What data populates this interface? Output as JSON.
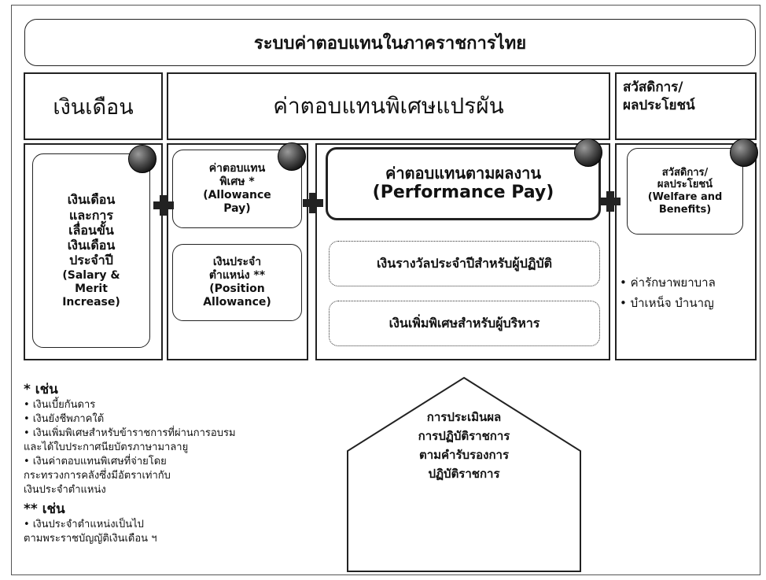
{
  "title": "ระบบค่าตอบแทนในภาคราชการไทย",
  "headers": {
    "salary": "เงินเดือน",
    "variable": "ค่าตอบแทนพิเศษแปรผัน",
    "welfare": [
      "สวัสดิการ/",
      "ผลประโยชน์"
    ]
  },
  "boxes": {
    "salary": [
      "เงินเดือน",
      "และการ",
      "เลื่อนขั้น",
      "เงินเดือน",
      "ประจำปี",
      "(Salary &",
      "Merit",
      "Increase)"
    ],
    "allowance": [
      "ค่าตอบแทน",
      "พิเศษ *",
      "(Allowance",
      "Pay)"
    ],
    "position": [
      "เงินประจำ",
      "ตำแหน่ง **",
      "(Position",
      "Allowance)"
    ],
    "performance": [
      "ค่าตอบแทนตามผลงาน",
      "(Performance Pay)"
    ],
    "annual_reward": "เงินรางวัลประจำปีสำหรับผู้ปฏิบัติ",
    "exec_bonus": "เงินเพิ่มพิเศษสำหรับผู้บริหาร",
    "welfare": [
      "สวัสดิการ/",
      "ผลประโยชน์",
      "(Welfare and",
      "Benefits)"
    ],
    "welfare_items": [
      "• ค่ารักษาพยาบาล",
      "• บำเหน็จ บำนาญ"
    ]
  },
  "evaluation": [
    "การประเมินผล",
    "การปฏิบัติราชการ",
    "ตามคำรับรองการ",
    "ปฏิบัติราชการ"
  ],
  "notes": {
    "star1": "* เช่น",
    "star1_items": [
      "• เงินเบี้ยกันดาร",
      "• เงินยังชีพภาคใต้",
      "• เงินเพิ่มพิเศษสำหรับข้าราชการที่ผ่านการอบรม",
      "และได้ใบประกาศนียบัตรภาษามาลายู",
      "• เงินค่าตอบแทนพิเศษที่จ่ายโดย",
      "กระทรวงการคลังซึ่งมีอัตราเท่ากับ",
      "เงินประจำตำแหน่ง"
    ],
    "star2": "** เช่น",
    "star2_items": [
      "• เงินประจำตำแหน่งเป็นไป",
      "ตามพระราชบัญญัติเงินเดือน ฯ"
    ]
  }
}
